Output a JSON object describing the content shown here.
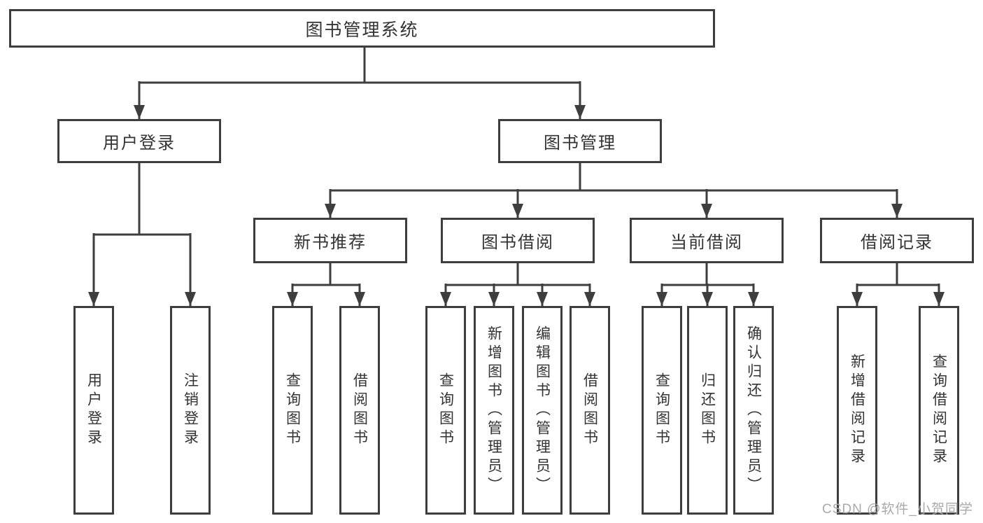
{
  "tree": {
    "label": "图书管理系统",
    "children": [
      {
        "label": "用户登录",
        "children": [
          {
            "label": "用户登录"
          },
          {
            "label": "注销登录"
          }
        ]
      },
      {
        "label": "图书管理",
        "children": [
          {
            "label": "新书推荐",
            "children": [
              {
                "label": "查询图书"
              },
              {
                "label": "借阅图书"
              }
            ]
          },
          {
            "label": "图书借阅",
            "children": [
              {
                "label": "查询图书"
              },
              {
                "label": "新增图书（管理员）"
              },
              {
                "label": "编辑图书（管理员）"
              },
              {
                "label": "借阅图书"
              }
            ]
          },
          {
            "label": "当前借阅",
            "children": [
              {
                "label": "查询图书"
              },
              {
                "label": "归还图书"
              },
              {
                "label": "确认归还（管理员）"
              }
            ]
          },
          {
            "label": "借阅记录",
            "children": [
              {
                "label": "新增借阅记录"
              },
              {
                "label": "查询借阅记录"
              }
            ]
          }
        ]
      }
    ]
  },
  "watermark": "CSDN @软件_小贺同学",
  "colors": {
    "line": "#3e3e3e",
    "text": "#333333",
    "watermark": "#a9a9a9",
    "background": "#ffffff"
  }
}
